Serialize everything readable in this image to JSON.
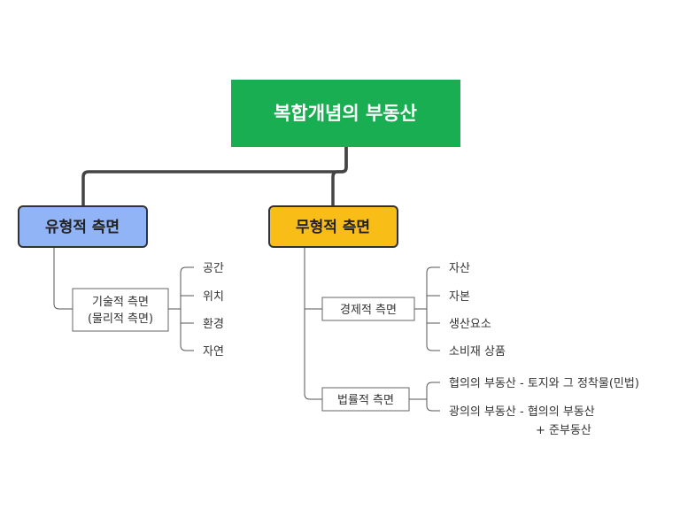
{
  "colors": {
    "root_fill": "#1aae52",
    "tangible_fill": "#91b4f7",
    "intangible_fill": "#f8bd16",
    "outline": "#333333",
    "line": "#444444"
  },
  "root": {
    "label": "복합개념의 부동산"
  },
  "tangible": {
    "label": "유형적 측면",
    "technical": {
      "line1": "기술적 측면",
      "line2": "(물리적 측면)",
      "items": [
        "공간",
        "위치",
        "환경",
        "자연"
      ]
    }
  },
  "intangible": {
    "label": "무형적 측면",
    "economic": {
      "label": "경제적 측면",
      "items": [
        "자산",
        "자본",
        "생산요소",
        "소비재 상품"
      ]
    },
    "legal": {
      "label": "법률적 측면",
      "narrow": "협의의 부동산 - 토지와 그 정착물(민법)",
      "broad": "광의의 부동산 - 협의의 부동산",
      "broad_cont": "+ 준부동산"
    }
  }
}
